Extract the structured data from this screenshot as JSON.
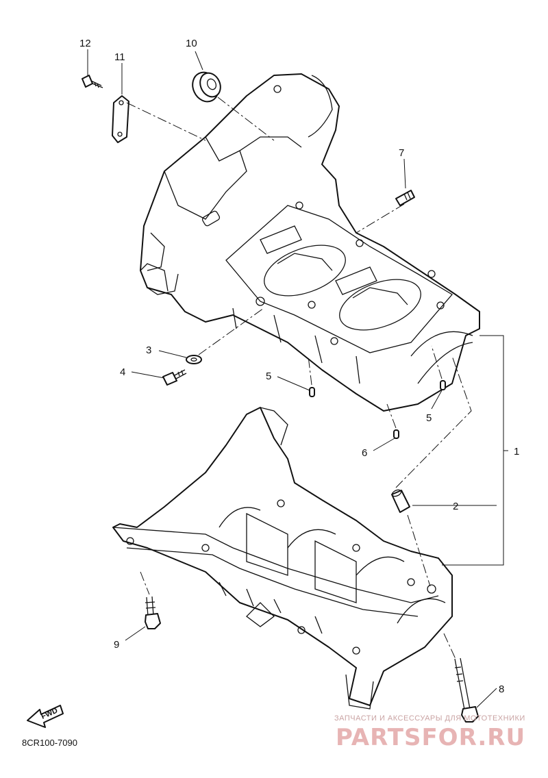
{
  "diagram": {
    "diagram_code": "8CR100-7090",
    "fwd_label": "FWD",
    "watermark": {
      "tagline": "ЗАПЧАСТИ И АКСЕССУАРЫ ДЛЯ МОТОТЕХНИКИ",
      "brand": "PARTSFOR.RU"
    },
    "callouts": [
      {
        "id": "1",
        "text": "1"
      },
      {
        "id": "2",
        "text": "2"
      },
      {
        "id": "3",
        "text": "3"
      },
      {
        "id": "4",
        "text": "4"
      },
      {
        "id": "5a",
        "text": "5"
      },
      {
        "id": "5b",
        "text": "5"
      },
      {
        "id": "6",
        "text": "6"
      },
      {
        "id": "7",
        "text": "7"
      },
      {
        "id": "8",
        "text": "8"
      },
      {
        "id": "9",
        "text": "9"
      },
      {
        "id": "10",
        "text": "10"
      },
      {
        "id": "11",
        "text": "11"
      },
      {
        "id": "12",
        "text": "12"
      }
    ]
  }
}
